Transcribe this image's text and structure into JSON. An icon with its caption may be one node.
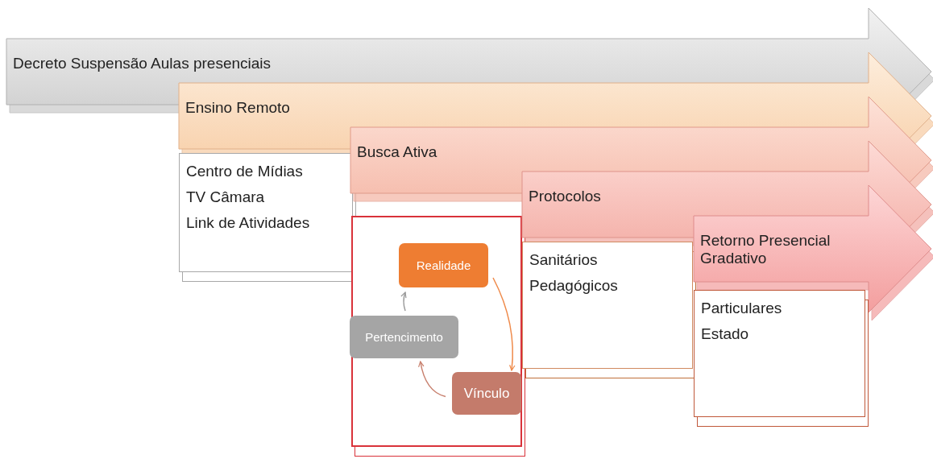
{
  "diagram": {
    "nodes": [
      {
        "text": [
          "Decreto Suspensão Aulas presenciais"
        ]
      },
      {
        "text": [
          "Ensino Remoto"
        ]
      },
      {
        "text": [
          "Centro de Mídias",
          "TV Câmara",
          "Link de Atividades"
        ]
      },
      {
        "text": [
          "Busca Ativa"
        ]
      },
      {
        "text": [],
        "shape": "box"
      },
      {
        "text": [
          "Realidade"
        ],
        "in": 4
      },
      {
        "text": [
          "Vínculo"
        ],
        "in": 4
      },
      {
        "text": [
          "Pertencimento"
        ],
        "in": 4
      },
      {
        "text": [
          "Protocolos"
        ]
      },
      {
        "text": [
          "Sanitários",
          "Pedagógicos"
        ]
      },
      {
        "text": [
          "Retorno Presencial Gradativo"
        ]
      },
      {
        "text": [
          "Particulares",
          "Estado"
        ]
      }
    ],
    "edges": [
      {
        "from": 5,
        "to": 6,
        "arrow": "to",
        "color": "#ef8a4a"
      },
      {
        "from": 6,
        "to": 7,
        "arrow": "to",
        "color": "#c8806e"
      },
      {
        "from": 7,
        "to": 5,
        "arrow": "to",
        "color": "#9a9a9a"
      }
    ]
  }
}
